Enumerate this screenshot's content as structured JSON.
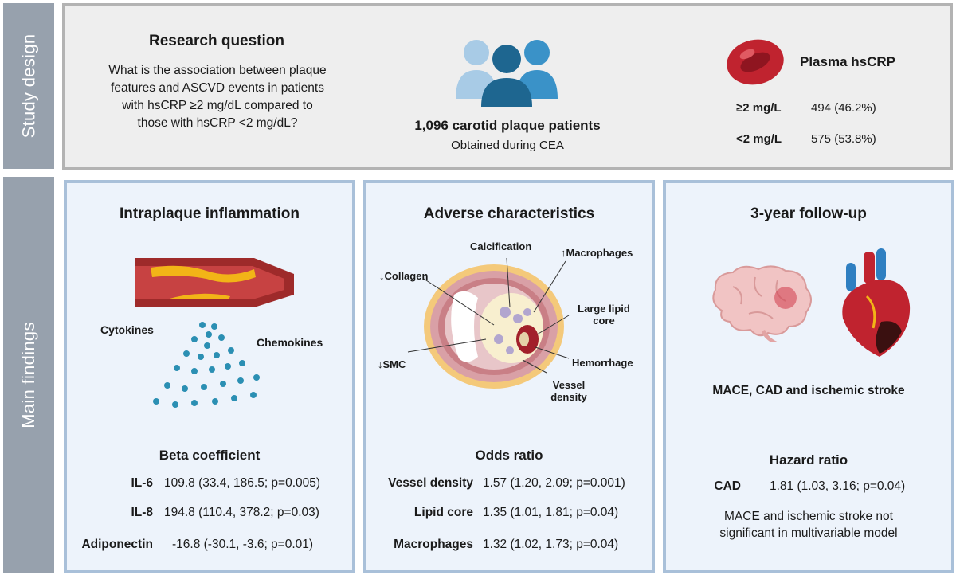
{
  "sidebar": {
    "top_label": "Study design",
    "bottom_label": "Main findings"
  },
  "design": {
    "research_title": "Research question",
    "research_lines": [
      "What is the association between plaque",
      "features and ASCVD events in patients",
      "with hsCRP ≥2 mg/dL compared to",
      "those with hsCRP <2 mg/dL?"
    ],
    "patients_title": "1,096 carotid plaque patients",
    "patients_sub": "Obtained during CEA",
    "hscrp_title": "Plasma hsCRP",
    "hscrp_rows": [
      {
        "label": "≥2 mg/L",
        "value": "494 (46.2%)"
      },
      {
        "label": "<2 mg/L",
        "value": "575 (53.8%)"
      }
    ]
  },
  "panel1": {
    "title": "Intraplaque inflammation",
    "label_left": "Cytokines",
    "label_right": "Chemokines",
    "stat_title": "Beta coefficient",
    "rows": [
      {
        "label": "IL-6",
        "value": "109.8 (33.4, 186.5; p=0.005)"
      },
      {
        "label": "IL-8",
        "value": "194.8 (110.4, 378.2; p=0.03)"
      },
      {
        "label": "Adiponectin",
        "value": "-16.8 (-30.1, -3.6; p=0.01)"
      }
    ]
  },
  "panel2": {
    "title": "Adverse characteristics",
    "labels": {
      "calcification": "Calcification",
      "macrophages": "↑Macrophages",
      "collagen": "↓Collagen",
      "lipid_line1": "Large lipid",
      "lipid_line2": "core",
      "hemorrhage": "Hemorrhage",
      "smc": "↓SMC",
      "vessel_line1": "Vessel",
      "vessel_line2": "density"
    },
    "stat_title": "Odds ratio",
    "rows": [
      {
        "label": "Vessel density",
        "value": "1.57 (1.20, 2.09; p=0.001)"
      },
      {
        "label": "Lipid core",
        "value": "1.35 (1.01, 1.81; p=0.04)"
      },
      {
        "label": "Macrophages",
        "value": "1.32 (1.02, 1.73; p=0.04)"
      }
    ]
  },
  "panel3": {
    "title": "3-year follow-up",
    "outcomes": "MACE, CAD and ischemic stroke",
    "stat_title": "Hazard ratio",
    "rows": [
      {
        "label": "CAD",
        "value": "1.81 (1.03, 3.16; p=0.04)"
      }
    ],
    "note_lines": [
      "MACE and ischemic stroke not",
      "significant in multivariable model"
    ]
  },
  "colors": {
    "sidebar": "#97a1ad",
    "design_bg": "#eeeeee",
    "panel_bg": "#edf3fb",
    "panel_border": "#a9c0d9",
    "people_dark": "#1e6690",
    "people_mid": "#3a92c8",
    "people_light": "#a8cbe6",
    "blood_red": "#c0232f",
    "droplet": "#2b8fb3"
  },
  "icons": [
    "people-group-icon",
    "red-blood-cell-icon",
    "artery-icon",
    "droplets-icon",
    "plaque-cross-section-icon",
    "brain-icon",
    "heart-icon"
  ]
}
